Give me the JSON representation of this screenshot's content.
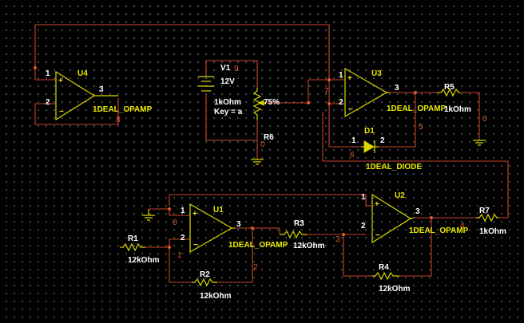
{
  "components": {
    "u4": {
      "ref": "U4",
      "model": "1DEAL_OPAMP",
      "pins": [
        "1",
        "2",
        "3"
      ],
      "net": "8"
    },
    "u3": {
      "ref": "U3",
      "model": "1DEAL_OPAMP",
      "pins": [
        "1",
        "2",
        "3"
      ],
      "net_in": "7"
    },
    "u1": {
      "ref": "U1",
      "model": "1DEAL_OPAMP",
      "pins": [
        "1",
        "2",
        "3"
      ]
    },
    "u2": {
      "ref": "U2",
      "model": "1DEAL_OPAMP",
      "pins": [
        "1",
        "2",
        "3"
      ]
    },
    "v1": {
      "ref": "V1",
      "value": "12V",
      "net": "9"
    },
    "r6": {
      "ref": "R6",
      "value": "1kOhm",
      "key": "Key = a",
      "percent": "75%",
      "net": "0"
    },
    "r5": {
      "ref": "R5",
      "value": "1kOhm",
      "net": "0"
    },
    "d1": {
      "ref": "D1",
      "model": "1DEAL_DIODE",
      "pins": [
        "1",
        "2"
      ],
      "net_a": "6",
      "net_b": "5"
    },
    "r1": {
      "ref": "R1",
      "value": "12kOhm",
      "net": "1"
    },
    "r2": {
      "ref": "R2",
      "value": "12kOhm",
      "net": "2"
    },
    "r3": {
      "ref": "R3",
      "value": "12kOhm",
      "net": "3"
    },
    "r4": {
      "ref": "R4",
      "value": "12kOhm"
    },
    "r7": {
      "ref": "R7",
      "value": "1kOhm",
      "net": "4"
    },
    "gnd_u1": {
      "net": "0"
    }
  },
  "colors": {
    "wire": "#c8452b",
    "part": "#d8d800",
    "background": "#000000",
    "grid": "#5a5a5a"
  }
}
